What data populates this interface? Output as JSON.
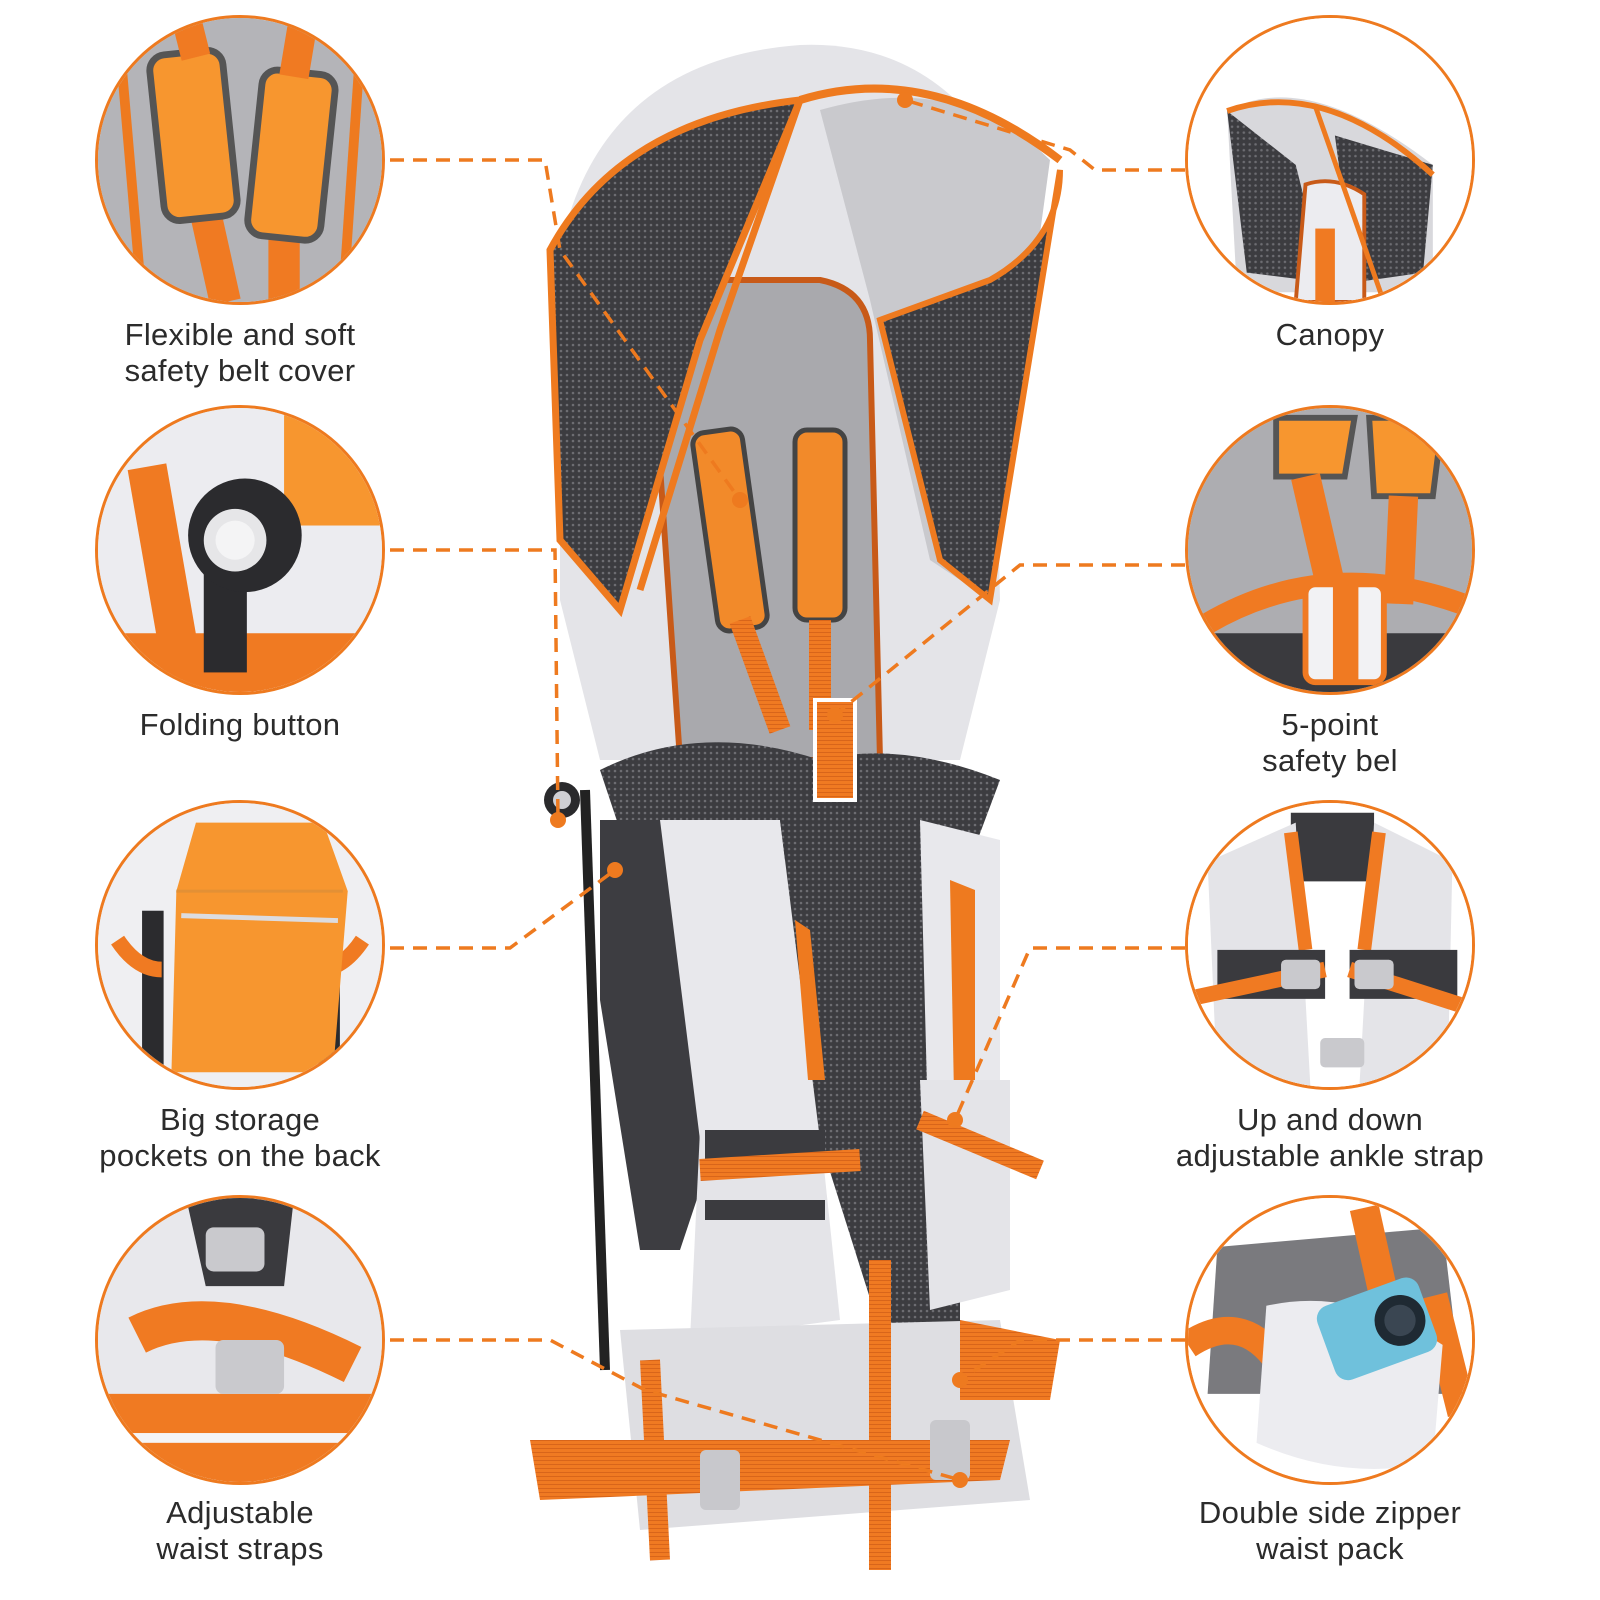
{
  "theme": {
    "accent": "#EE7A1F",
    "text": "#2B2B2B",
    "background": "#FFFFFF",
    "fabric_light": "#E6E6EA",
    "fabric_mesh": "#4A4A4E",
    "frame": "#2A2A2C"
  },
  "callouts": {
    "left": [
      {
        "id": "belt-cover",
        "icon": "shoulder-pad-icon",
        "lines": [
          "Flexible and soft",
          "safety belt cover"
        ]
      },
      {
        "id": "folding-button",
        "icon": "folding-button-icon",
        "lines": [
          "Folding button"
        ]
      },
      {
        "id": "storage-pocket",
        "icon": "storage-pocket-icon",
        "lines": [
          "Big storage",
          "pockets on the back"
        ]
      },
      {
        "id": "waist-straps",
        "icon": "buckle-icon",
        "lines": [
          "Adjustable",
          "waist straps"
        ]
      }
    ],
    "right": [
      {
        "id": "canopy",
        "icon": "canopy-icon",
        "lines": [
          "Canopy"
        ]
      },
      {
        "id": "safety-belt",
        "icon": "harness-icon",
        "lines": [
          "5-point",
          "safety bel"
        ]
      },
      {
        "id": "ankle-strap",
        "icon": "ankle-strap-icon",
        "lines": [
          "Up and down",
          "adjustable ankle strap"
        ]
      },
      {
        "id": "waist-pack",
        "icon": "zipper-pack-icon",
        "lines": [
          "Double side zipper",
          "waist pack"
        ]
      }
    ]
  }
}
